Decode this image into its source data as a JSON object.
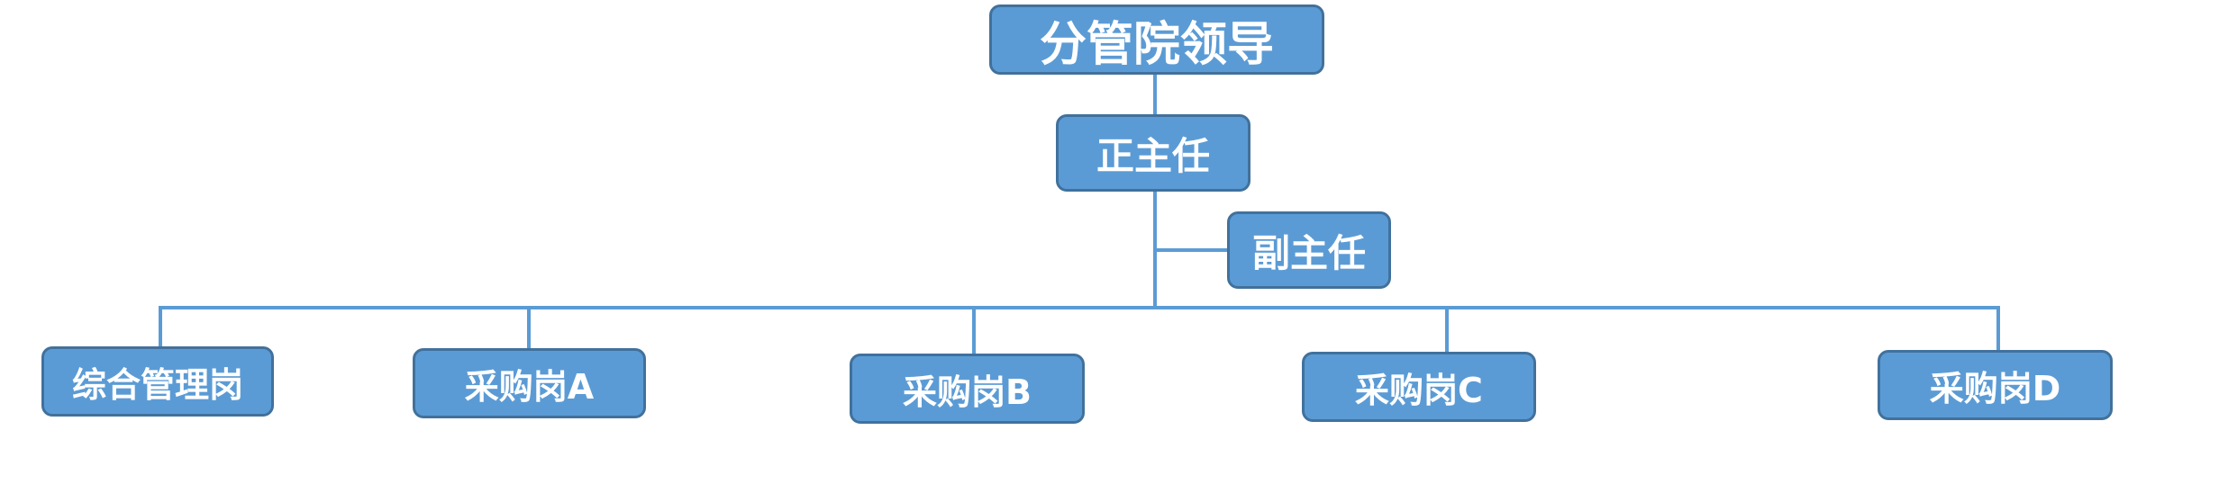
{
  "diagram": {
    "root": {
      "label": "分管院领导"
    },
    "director": {
      "label": "正主任"
    },
    "deputy": {
      "label": "副主任"
    },
    "positions": [
      {
        "label": "综合管理岗"
      },
      {
        "label": "采购岗A"
      },
      {
        "label": "采购岗B"
      },
      {
        "label": "采购岗C"
      },
      {
        "label": "采购岗D"
      }
    ]
  },
  "colors": {
    "node_fill": "#5b9bd5",
    "node_border": "#41719c",
    "connector": "#5b9bd5",
    "node_text": "#ffffff"
  }
}
